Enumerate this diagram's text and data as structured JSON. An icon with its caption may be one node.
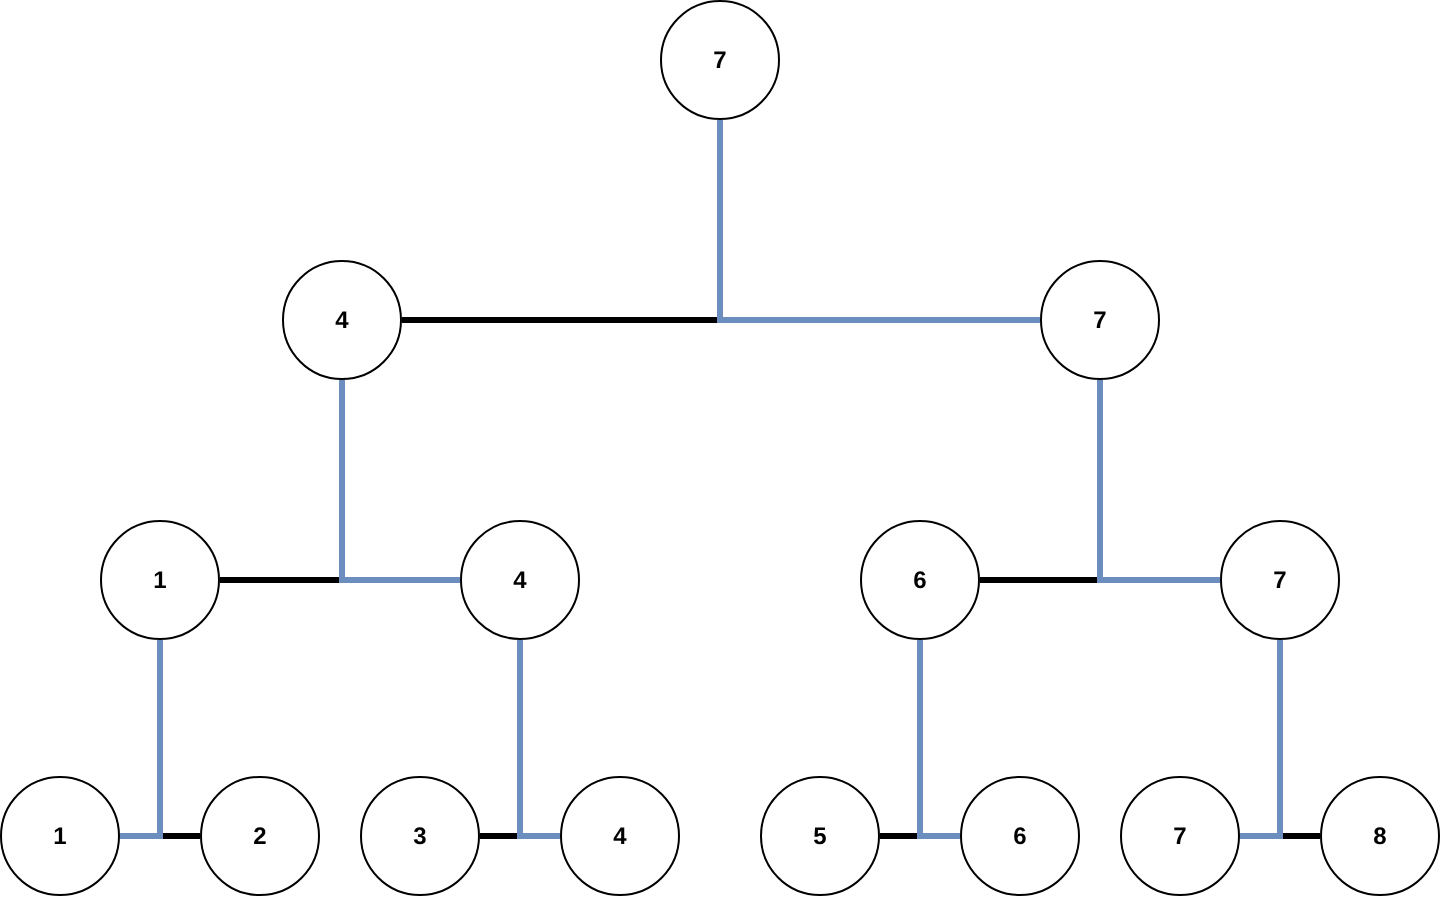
{
  "diagram": {
    "nodes": [
      {
        "text": [
          "7"
        ]
      },
      {
        "text": [
          "4"
        ]
      },
      {
        "text": [
          "7"
        ]
      },
      {
        "text": [
          "1"
        ]
      },
      {
        "text": [
          "4"
        ]
      },
      {
        "text": [
          "6"
        ]
      },
      {
        "text": [
          "7"
        ]
      },
      {
        "text": [
          "1"
        ]
      },
      {
        "text": [
          "2"
        ]
      },
      {
        "text": [
          "3"
        ]
      },
      {
        "text": [
          "4"
        ]
      },
      {
        "text": [
          "5"
        ]
      },
      {
        "text": [
          "6"
        ]
      },
      {
        "text": [
          "7"
        ]
      },
      {
        "text": [
          "8"
        ]
      }
    ],
    "edges": [
      {
        "from": 1,
        "to": 0,
        "arrow": "none",
        "color": "#000000"
      },
      {
        "from": 0,
        "to": 2,
        "arrow": "none",
        "color": "#6c8ebf"
      },
      {
        "from": 3,
        "to": 1,
        "arrow": "none",
        "color": "#000000"
      },
      {
        "from": 1,
        "to": 4,
        "arrow": "none",
        "color": "#6c8ebf"
      },
      {
        "from": 5,
        "to": 2,
        "arrow": "none",
        "color": "#000000"
      },
      {
        "from": 2,
        "to": 6,
        "arrow": "none",
        "color": "#6c8ebf"
      },
      {
        "from": 3,
        "to": 7,
        "arrow": "none",
        "color": "#6c8ebf"
      },
      {
        "from": 8,
        "to": 3,
        "arrow": "none",
        "color": "#000000"
      },
      {
        "from": 9,
        "to": 4,
        "arrow": "none",
        "color": "#000000"
      },
      {
        "from": 4,
        "to": 10,
        "arrow": "none",
        "color": "#6c8ebf"
      },
      {
        "from": 11,
        "to": 5,
        "arrow": "none",
        "color": "#000000"
      },
      {
        "from": 5,
        "to": 12,
        "arrow": "none",
        "color": "#6c8ebf"
      },
      {
        "from": 6,
        "to": 13,
        "arrow": "none",
        "color": "#6c8ebf"
      },
      {
        "from": 14,
        "to": 6,
        "arrow": "none",
        "color": "#000000"
      }
    ]
  }
}
